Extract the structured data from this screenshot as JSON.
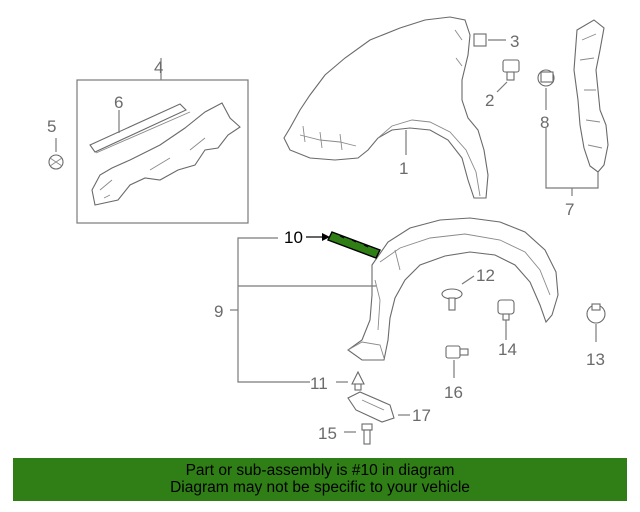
{
  "diagram": {
    "callouts": {
      "c1": "1",
      "c2": "2",
      "c3": "3",
      "c4": "4",
      "c5": "5",
      "c6": "6",
      "c7": "7",
      "c8": "8",
      "c9": "9",
      "c10": "10",
      "c11": "11",
      "c12": "12",
      "c13": "13",
      "c14": "14",
      "c15": "15",
      "c16": "16",
      "c17": "17"
    },
    "highlight_part": "10",
    "highlight_color": "#2f7f16"
  },
  "banner": {
    "line1": "Part or sub-assembly is #10 in diagram",
    "line2": "Diagram may not be specific to your vehicle",
    "background": "#2f7f16"
  }
}
